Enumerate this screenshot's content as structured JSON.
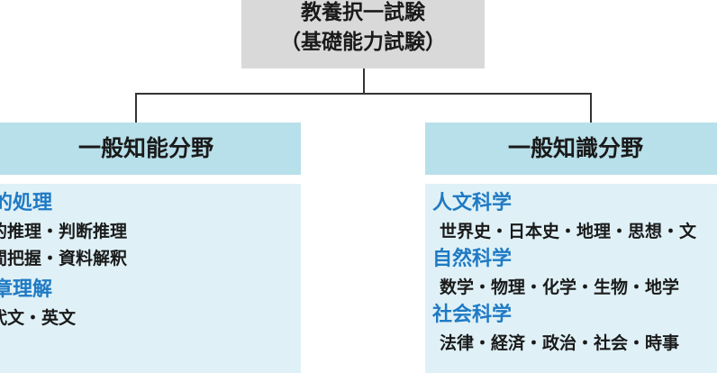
{
  "root": {
    "line1": "教養択一試験",
    "line2": "（基礎能力試験）"
  },
  "left_branch": {
    "title": "一般知能分野",
    "groups": [
      {
        "heading": "数的処理",
        "items": [
          "数的推理・判断推理",
          "空間把握・資料解釈"
        ]
      },
      {
        "heading": "文章理解",
        "items": [
          "現代文・英文"
        ]
      }
    ]
  },
  "right_branch": {
    "title": "一般知識分野",
    "groups": [
      {
        "heading": "人文科学",
        "items": [
          "世界史・日本史・地理・思想・文"
        ]
      },
      {
        "heading": "自然科学",
        "items": [
          "数学・物理・化学・生物・地学"
        ]
      },
      {
        "heading": "社会科学",
        "items": [
          "法律・経済・政治・社会・時事"
        ]
      }
    ]
  }
}
